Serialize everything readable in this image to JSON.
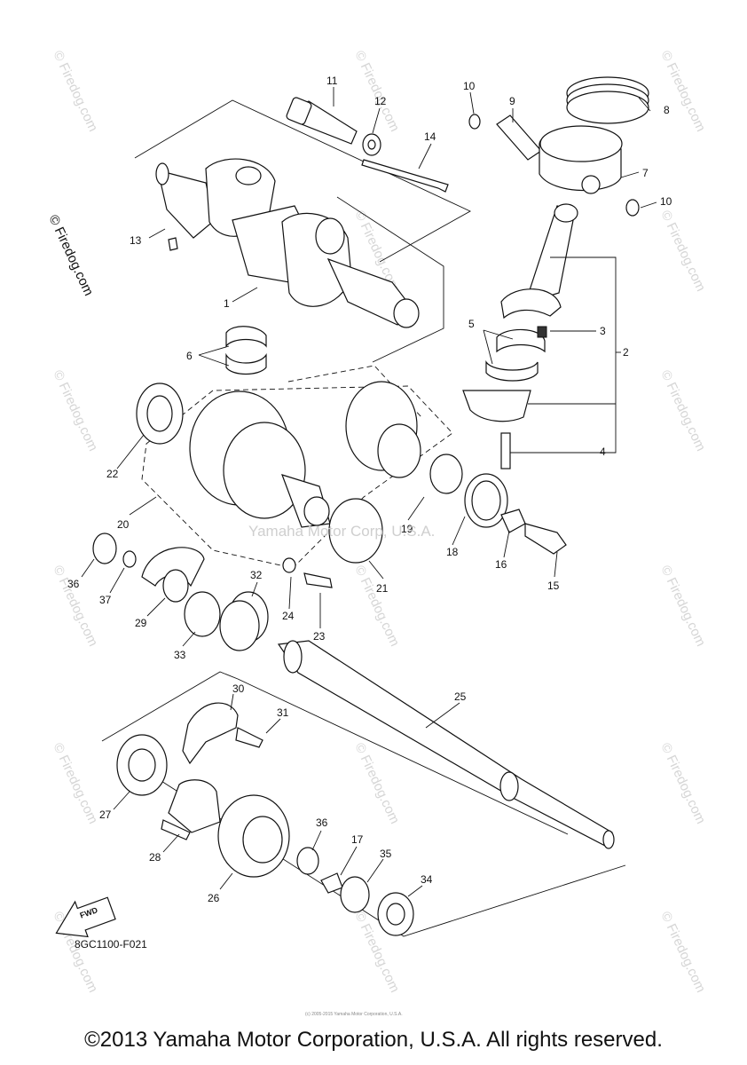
{
  "diagram": {
    "watermark": "© Firedog.com",
    "center_watermark": "Yamaha Motor Corp, U.S.A.",
    "diagram_code": "8GC1100-F021",
    "fwd_label": "FWD",
    "small_print": "(c) 2005-2015 Yamaha Motor Corporation, U.S.A.",
    "copyright": "©2013 Yamaha Motor Corporation, U.S.A. All rights reserved.",
    "callouts": [
      {
        "id": "c1",
        "text": "1"
      },
      {
        "id": "c2",
        "text": "2"
      },
      {
        "id": "c3",
        "text": "3"
      },
      {
        "id": "c4",
        "text": "4"
      },
      {
        "id": "c5",
        "text": "5"
      },
      {
        "id": "c6",
        "text": "6"
      },
      {
        "id": "c7",
        "text": "7"
      },
      {
        "id": "c8",
        "text": "8"
      },
      {
        "id": "c9",
        "text": "9"
      },
      {
        "id": "c10a",
        "text": "10"
      },
      {
        "id": "c10b",
        "text": "10"
      },
      {
        "id": "c11",
        "text": "11"
      },
      {
        "id": "c12",
        "text": "12"
      },
      {
        "id": "c13",
        "text": "13"
      },
      {
        "id": "c14",
        "text": "14"
      },
      {
        "id": "c15",
        "text": "15"
      },
      {
        "id": "c16",
        "text": "16"
      },
      {
        "id": "c17",
        "text": "17"
      },
      {
        "id": "c18",
        "text": "18"
      },
      {
        "id": "c19",
        "text": "19"
      },
      {
        "id": "c20",
        "text": "20"
      },
      {
        "id": "c21",
        "text": "21"
      },
      {
        "id": "c22",
        "text": "22"
      },
      {
        "id": "c23",
        "text": "23"
      },
      {
        "id": "c24",
        "text": "24"
      },
      {
        "id": "c25",
        "text": "25"
      },
      {
        "id": "c26",
        "text": "26"
      },
      {
        "id": "c27",
        "text": "27"
      },
      {
        "id": "c28",
        "text": "28"
      },
      {
        "id": "c29",
        "text": "29"
      },
      {
        "id": "c30",
        "text": "30"
      },
      {
        "id": "c31",
        "text": "31"
      },
      {
        "id": "c32",
        "text": "32"
      },
      {
        "id": "c33",
        "text": "33"
      },
      {
        "id": "c34",
        "text": "34"
      },
      {
        "id": "c35",
        "text": "35"
      },
      {
        "id": "c36a",
        "text": "36"
      },
      {
        "id": "c36b",
        "text": "36"
      },
      {
        "id": "c37",
        "text": "37"
      }
    ]
  }
}
